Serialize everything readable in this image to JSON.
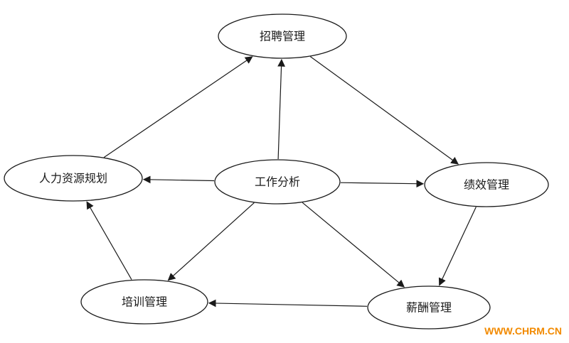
{
  "diagram": {
    "nodes": {
      "recruitment": "招聘管理",
      "hr_planning": "人力资源规划",
      "job_analysis": "工作分析",
      "performance": "绩效管理",
      "training": "培训管理",
      "compensation": "薪酬管理"
    },
    "edges": [
      {
        "from": "hr_planning",
        "to": "recruitment"
      },
      {
        "from": "job_analysis",
        "to": "recruitment"
      },
      {
        "from": "recruitment",
        "to": "performance"
      },
      {
        "from": "job_analysis",
        "to": "hr_planning"
      },
      {
        "from": "job_analysis",
        "to": "performance"
      },
      {
        "from": "job_analysis",
        "to": "training"
      },
      {
        "from": "job_analysis",
        "to": "compensation"
      },
      {
        "from": "performance",
        "to": "compensation"
      },
      {
        "from": "compensation",
        "to": "training"
      },
      {
        "from": "training",
        "to": "hr_planning"
      }
    ]
  },
  "watermark": {
    "text": "WWW.CHRM.CN",
    "color": "#f28a00"
  },
  "colors": {
    "stroke": "#1a1a1a",
    "background": "#ffffff"
  }
}
